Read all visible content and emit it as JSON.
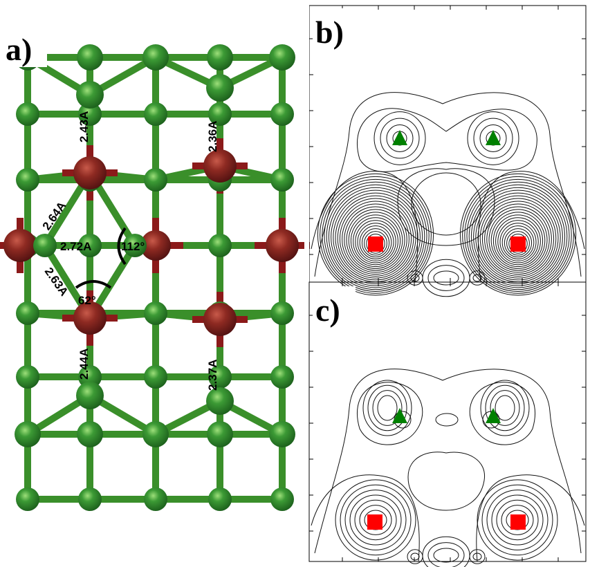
{
  "panels": {
    "a": {
      "label": "a)"
    },
    "b": {
      "label": "b)"
    },
    "c": {
      "label": "c)"
    }
  },
  "measurements": {
    "bond_top_left": "2.43A",
    "bond_top_right": "2.36A",
    "bond_diag_upper": "2.64A",
    "bond_horizontal": "2.72A",
    "angle_large": "112°",
    "bond_diag_lower": "2.63A",
    "angle_small": "62°",
    "bond_bottom_left": "2.44A",
    "bond_bottom_right": "2.37A"
  },
  "colors": {
    "host_atom": "#2e8b2e",
    "dopant_atom": "#8b1a1a",
    "bond": "#3a8f2a",
    "marker_triangle": "#008000",
    "marker_square": "#ff0000"
  }
}
